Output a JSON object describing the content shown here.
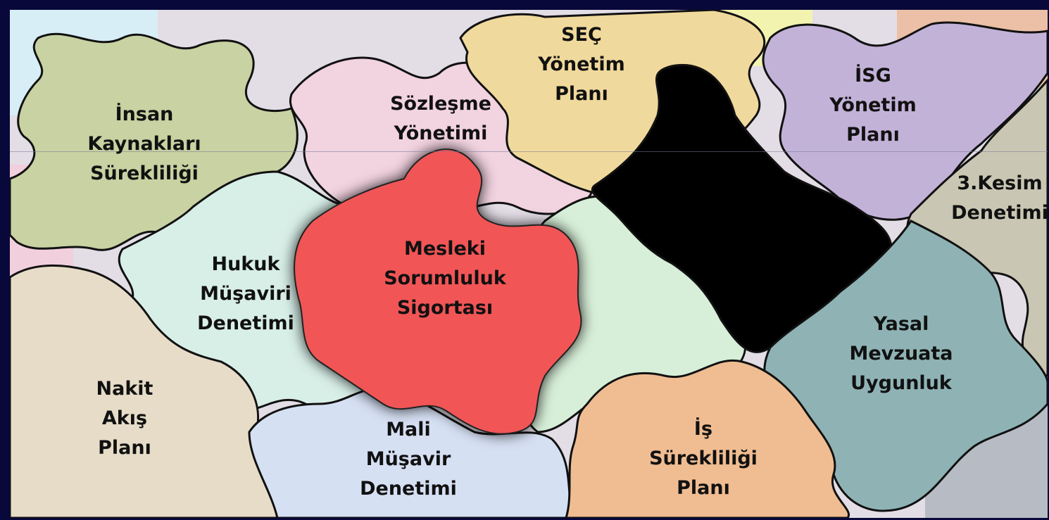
{
  "pieces": {
    "insan": [
      "İnsan",
      "Kaynakları",
      "Sürekliliği"
    ],
    "sozlesme": [
      "Sözleşme",
      "Yönetimi"
    ],
    "sec": [
      "SEÇ",
      "Yönetim",
      "Planı"
    ],
    "isg": [
      "İSG",
      "Yönetim",
      "Planı"
    ],
    "kesim": [
      "3.Kesim",
      "Denetimi"
    ],
    "hukuk": [
      "Hukuk",
      "Müşaviri",
      "Denetimi"
    ],
    "mesleki": [
      "Mesleki",
      "Sorumluluk",
      "Sigortası"
    ],
    "yasal": [
      "Yasal",
      "Mevzuata",
      "Uygunluk"
    ],
    "nakit": [
      "Nakit",
      "Akış",
      "Planı"
    ],
    "mali": [
      "Mali",
      "Müşavir",
      "Denetimi"
    ],
    "is": [
      "İş",
      "Sürekliliği",
      "Planı"
    ]
  },
  "colors": {
    "frame": "#08083a",
    "insan": "#c8d2a2",
    "sozlesme": "#f2d3e0",
    "sec": "#f0d99c",
    "isg": "#c3b2d8",
    "kesim": "#c9c7b3",
    "hukuk": "#d8efe8",
    "mesleki": "#f25556",
    "yasal": "#8fb3b5",
    "nakit": "#e7dcc8",
    "mali": "#d6e0f3",
    "is": "#f0bd92",
    "black": "#000000"
  }
}
